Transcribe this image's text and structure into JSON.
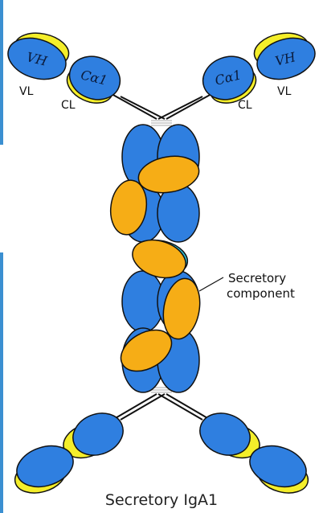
{
  "figure": {
    "caption": "Secretory IgA1",
    "labels": {
      "vh_left": "VH",
      "vh_right": "VH",
      "vl_left": "VL",
      "vl_right": "VL",
      "ca1_left": "Cα1",
      "ca1_right": "Cα1",
      "cl_left": "CL",
      "cl_right": "CL",
      "sc_line1": "Secretory",
      "sc_line2": "component"
    },
    "colors": {
      "heavy_chain": "#2f7fe0",
      "light_chain": "#f4ee2a",
      "secretory_component": "#f6ad16",
      "j_chain": "#2ec4d8",
      "outline": "#111111",
      "left_accent": "#3b8fd1"
    }
  }
}
